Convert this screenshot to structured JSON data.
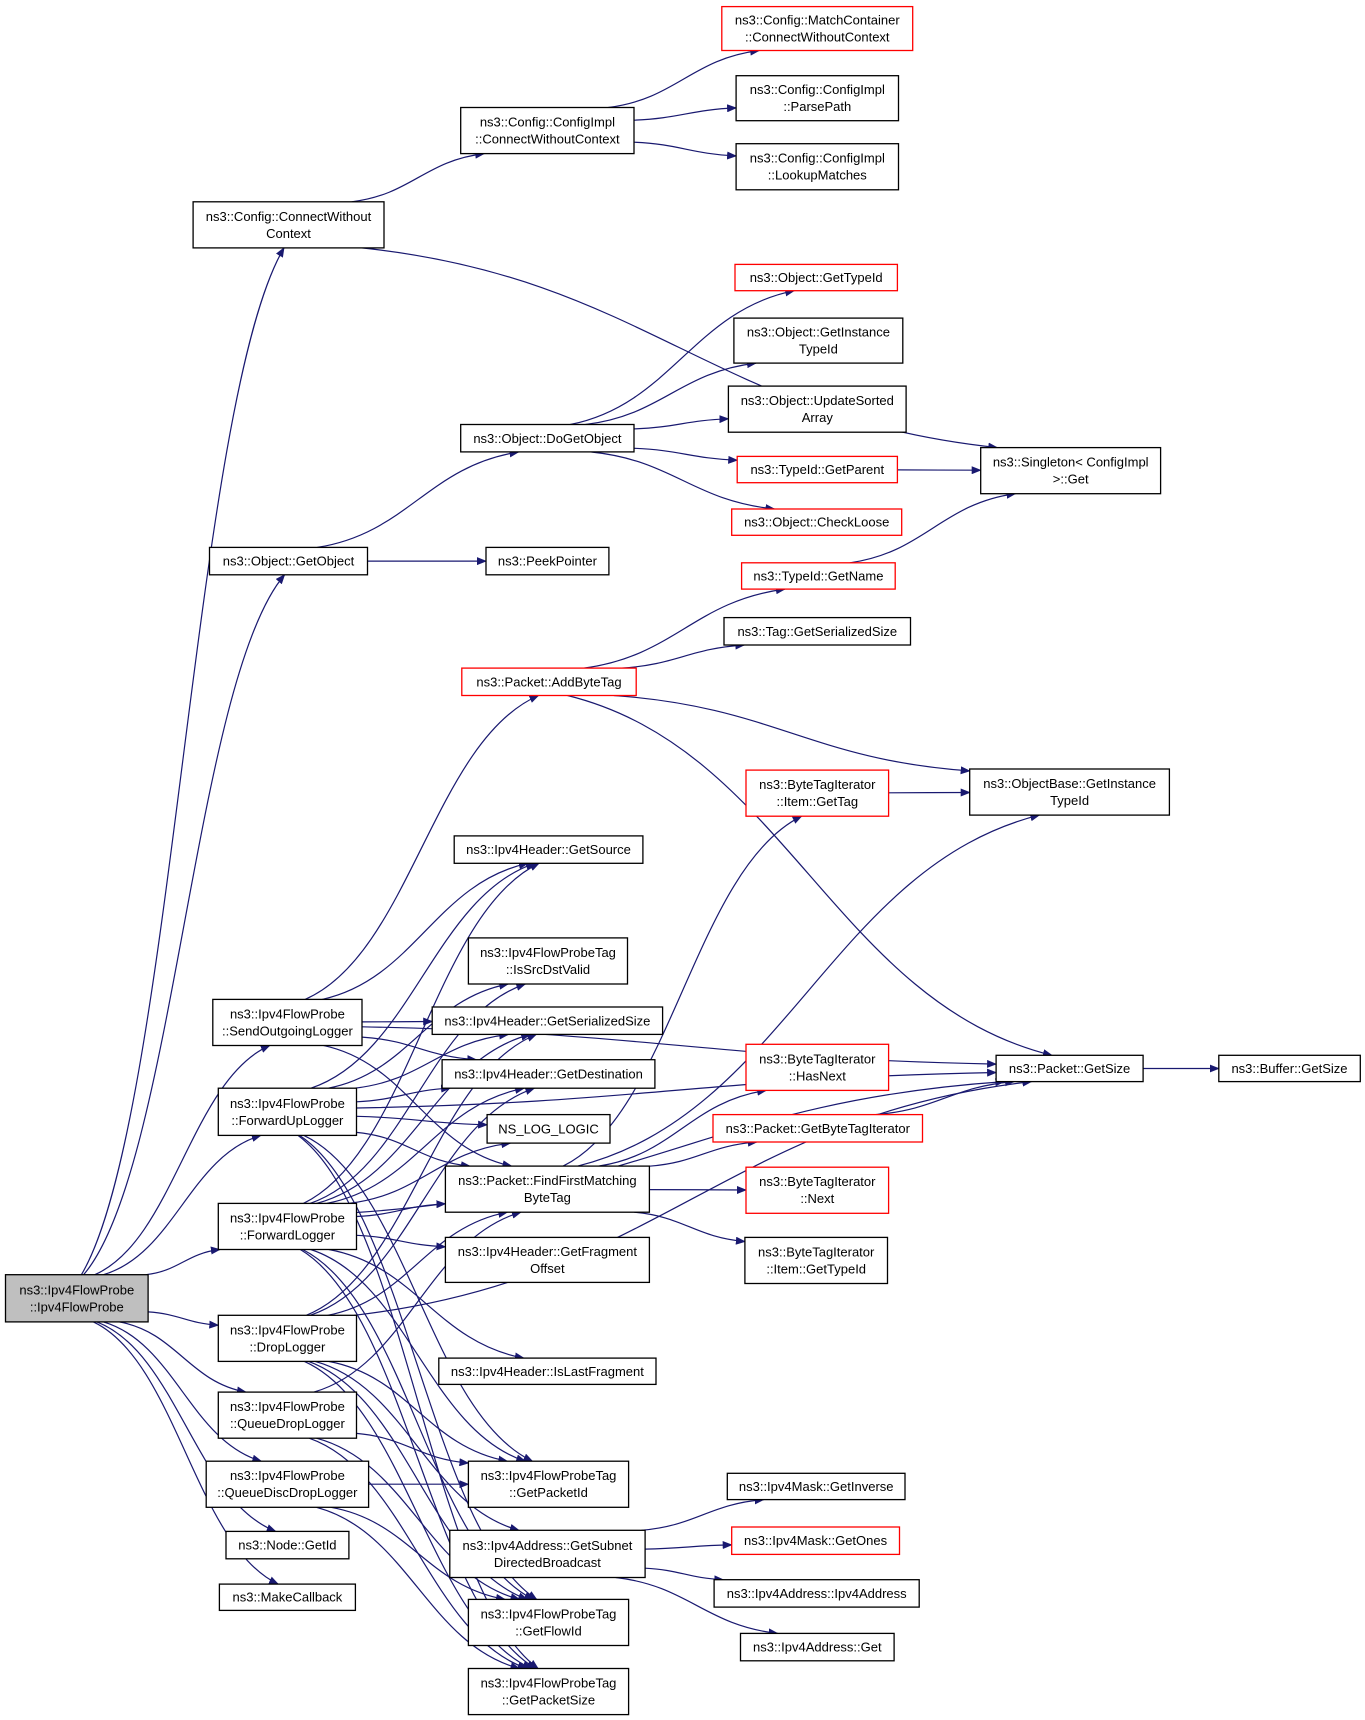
{
  "graph": {
    "title": "",
    "edge_color": "#191970",
    "truncated_border_color": "#ff0000",
    "root_fill": "#bfbfbf",
    "nodes": [
      {
        "id": "root",
        "lines": [
          "ns3::Ipv4FlowProbe",
          "::Ipv4FlowProbe"
        ],
        "style": "root"
      },
      {
        "id": "cwoc",
        "lines": [
          "ns3::Config::ConnectWithout",
          "Context"
        ]
      },
      {
        "id": "cicwc",
        "lines": [
          "ns3::Config::ConfigImpl",
          "::ConnectWithoutContext"
        ]
      },
      {
        "id": "mccwc",
        "lines": [
          "ns3::Config::MatchContainer",
          "::ConnectWithoutContext"
        ],
        "style": "truncated"
      },
      {
        "id": "parse",
        "lines": [
          "ns3::Config::ConfigImpl",
          "::ParsePath"
        ]
      },
      {
        "id": "lookup",
        "lines": [
          "ns3::Config::ConfigImpl",
          "::LookupMatches"
        ]
      },
      {
        "id": "singleton",
        "lines": [
          "ns3::Singleton< ConfigImpl",
          ">::Get"
        ]
      },
      {
        "id": "ogettypeid",
        "lines": [
          "ns3::Object::GetTypeId"
        ],
        "style": "truncated"
      },
      {
        "id": "ogetinst",
        "lines": [
          "ns3::Object::GetInstance",
          "TypeId"
        ]
      },
      {
        "id": "oupdate",
        "lines": [
          "ns3::Object::UpdateSorted",
          "Array"
        ]
      },
      {
        "id": "dogetobj",
        "lines": [
          "ns3::Object::DoGetObject"
        ]
      },
      {
        "id": "tgetparent",
        "lines": [
          "ns3::TypeId::GetParent"
        ],
        "style": "truncated"
      },
      {
        "id": "ocheck",
        "lines": [
          "ns3::Object::CheckLoose"
        ],
        "style": "truncated"
      },
      {
        "id": "getobject",
        "lines": [
          "ns3::Object::GetObject"
        ]
      },
      {
        "id": "peek",
        "lines": [
          "ns3::PeekPointer"
        ]
      },
      {
        "id": "tgetname",
        "lines": [
          "ns3::TypeId::GetName"
        ],
        "style": "truncated"
      },
      {
        "id": "taggetser",
        "lines": [
          "ns3::Tag::GetSerializedSize"
        ]
      },
      {
        "id": "addbytetag",
        "lines": [
          "ns3::Packet::AddByteTag"
        ],
        "style": "truncated"
      },
      {
        "id": "btigettag",
        "lines": [
          "ns3::ByteTagIterator",
          "::Item::GetTag"
        ],
        "style": "truncated"
      },
      {
        "id": "obgetinst",
        "lines": [
          "ns3::ObjectBase::GetInstance",
          "TypeId"
        ]
      },
      {
        "id": "hgetsource",
        "lines": [
          "ns3::Ipv4Header::GetSource"
        ]
      },
      {
        "id": "isvalid",
        "lines": [
          "ns3::Ipv4FlowProbeTag",
          "::IsSrcDstValid"
        ]
      },
      {
        "id": "sendout",
        "lines": [
          "ns3::Ipv4FlowProbe",
          "::SendOutgoingLogger"
        ]
      },
      {
        "id": "hgetser",
        "lines": [
          "ns3::Ipv4Header::GetSerializedSize"
        ]
      },
      {
        "id": "btihasnext",
        "lines": [
          "ns3::ByteTagIterator",
          "::HasNext"
        ],
        "style": "truncated"
      },
      {
        "id": "pgetsize",
        "lines": [
          "ns3::Packet::GetSize"
        ]
      },
      {
        "id": "bgetsize",
        "lines": [
          "ns3::Buffer::GetSize"
        ]
      },
      {
        "id": "fwdup",
        "lines": [
          "ns3::Ipv4FlowProbe",
          "::ForwardUpLogger"
        ]
      },
      {
        "id": "hgetdest",
        "lines": [
          "ns3::Ipv4Header::GetDestination"
        ]
      },
      {
        "id": "pgetbti",
        "lines": [
          "ns3::Packet::GetByteTagIterator"
        ],
        "style": "truncated"
      },
      {
        "id": "nslog",
        "lines": [
          "NS_LOG_LOGIC"
        ]
      },
      {
        "id": "findfirst",
        "lines": [
          "ns3::Packet::FindFirstMatching",
          "ByteTag"
        ]
      },
      {
        "id": "btinext",
        "lines": [
          "ns3::ByteTagIterator",
          "::Next"
        ],
        "style": "truncated"
      },
      {
        "id": "fwd",
        "lines": [
          "ns3::Ipv4FlowProbe",
          "::ForwardLogger"
        ]
      },
      {
        "id": "hgetfrag",
        "lines": [
          "ns3::Ipv4Header::GetFragment",
          "Offset"
        ]
      },
      {
        "id": "btigettypeid",
        "lines": [
          "ns3::ByteTagIterator",
          "::Item::GetTypeId"
        ]
      },
      {
        "id": "drop",
        "lines": [
          "ns3::Ipv4FlowProbe",
          "::DropLogger"
        ]
      },
      {
        "id": "hislast",
        "lines": [
          "ns3::Ipv4Header::IsLastFragment"
        ]
      },
      {
        "id": "qdrop",
        "lines": [
          "ns3::Ipv4FlowProbe",
          "::QueueDropLogger"
        ]
      },
      {
        "id": "qddrop",
        "lines": [
          "ns3::Ipv4FlowProbe",
          "::QueueDiscDropLogger"
        ]
      },
      {
        "id": "tgetpacketid",
        "lines": [
          "ns3::Ipv4FlowProbeTag",
          "::GetPacketId"
        ]
      },
      {
        "id": "mgetinv",
        "lines": [
          "ns3::Ipv4Mask::GetInverse"
        ]
      },
      {
        "id": "mgetones",
        "lines": [
          "ns3::Ipv4Mask::GetOnes"
        ],
        "style": "truncated"
      },
      {
        "id": "agetsubnet",
        "lines": [
          "ns3::Ipv4Address::GetSubnet",
          "DirectedBroadcast"
        ]
      },
      {
        "id": "nodegetid",
        "lines": [
          "ns3::Node::GetId"
        ]
      },
      {
        "id": "aaddr",
        "lines": [
          "ns3::Ipv4Address::Ipv4Address"
        ]
      },
      {
        "id": "makecb",
        "lines": [
          "ns3::MakeCallback"
        ]
      },
      {
        "id": "aget",
        "lines": [
          "ns3::Ipv4Address::Get"
        ]
      },
      {
        "id": "tgetflowid",
        "lines": [
          "ns3::Ipv4FlowProbeTag",
          "::GetFlowId"
        ]
      },
      {
        "id": "tgetpacketsize",
        "lines": [
          "ns3::Ipv4FlowProbeTag",
          "::GetPacketSize"
        ]
      }
    ],
    "edges": [
      [
        "root",
        "cwoc"
      ],
      [
        "root",
        "getobject"
      ],
      [
        "root",
        "sendout"
      ],
      [
        "root",
        "fwdup"
      ],
      [
        "root",
        "fwd"
      ],
      [
        "root",
        "drop"
      ],
      [
        "root",
        "qdrop"
      ],
      [
        "root",
        "qddrop"
      ],
      [
        "root",
        "nodegetid"
      ],
      [
        "root",
        "makecb"
      ],
      [
        "cwoc",
        "cicwc"
      ],
      [
        "cwoc",
        "singleton"
      ],
      [
        "cicwc",
        "mccwc"
      ],
      [
        "cicwc",
        "parse"
      ],
      [
        "cicwc",
        "lookup"
      ],
      [
        "getobject",
        "dogetobj"
      ],
      [
        "getobject",
        "peek"
      ],
      [
        "dogetobj",
        "ogettypeid"
      ],
      [
        "dogetobj",
        "ogetinst"
      ],
      [
        "dogetobj",
        "oupdate"
      ],
      [
        "dogetobj",
        "tgetparent"
      ],
      [
        "dogetobj",
        "ocheck"
      ],
      [
        "tgetparent",
        "singleton"
      ],
      [
        "tgetname",
        "singleton"
      ],
      [
        "addbytetag",
        "tgetname"
      ],
      [
        "addbytetag",
        "taggetser"
      ],
      [
        "addbytetag",
        "obgetinst"
      ],
      [
        "addbytetag",
        "pgetsize"
      ],
      [
        "btigettag",
        "obgetinst"
      ],
      [
        "pgetbti",
        "pgetsize"
      ],
      [
        "pgetsize",
        "bgetsize"
      ],
      [
        "findfirst",
        "btigettag"
      ],
      [
        "findfirst",
        "obgetinst"
      ],
      [
        "findfirst",
        "btihasnext"
      ],
      [
        "findfirst",
        "pgetbti"
      ],
      [
        "findfirst",
        "btinext"
      ],
      [
        "findfirst",
        "btigettypeid"
      ],
      [
        "sendout",
        "addbytetag"
      ],
      [
        "sendout",
        "pgetsize"
      ],
      [
        "sendout",
        "hgetsource"
      ],
      [
        "sendout",
        "hgetser"
      ],
      [
        "sendout",
        "hgetdest"
      ],
      [
        "sendout",
        "findfirst"
      ],
      [
        "fwdup",
        "hgetsource"
      ],
      [
        "fwdup",
        "isvalid"
      ],
      [
        "fwdup",
        "hgetser"
      ],
      [
        "fwdup",
        "hgetdest"
      ],
      [
        "fwdup",
        "nslog"
      ],
      [
        "fwdup",
        "findfirst"
      ],
      [
        "fwdup",
        "pgetsize"
      ],
      [
        "fwdup",
        "tgetpacketid"
      ],
      [
        "fwdup",
        "tgetflowid"
      ],
      [
        "fwdup",
        "tgetpacketsize"
      ],
      [
        "fwd",
        "hgetsource"
      ],
      [
        "fwd",
        "isvalid"
      ],
      [
        "fwd",
        "hgetser"
      ],
      [
        "fwd",
        "hgetdest"
      ],
      [
        "fwd",
        "nslog"
      ],
      [
        "fwd",
        "findfirst"
      ],
      [
        "fwd",
        "hgetfrag"
      ],
      [
        "fwd",
        "hislast"
      ],
      [
        "fwd",
        "pgetsize"
      ],
      [
        "fwd",
        "tgetpacketid"
      ],
      [
        "fwd",
        "tgetflowid"
      ],
      [
        "fwd",
        "tgetpacketsize"
      ],
      [
        "drop",
        "hgetser"
      ],
      [
        "drop",
        "hgetdest"
      ],
      [
        "drop",
        "findfirst"
      ],
      [
        "drop",
        "pgetsize"
      ],
      [
        "drop",
        "tgetpacketid"
      ],
      [
        "drop",
        "agetsubnet"
      ],
      [
        "drop",
        "tgetflowid"
      ],
      [
        "drop",
        "tgetpacketsize"
      ],
      [
        "qdrop",
        "findfirst"
      ],
      [
        "qdrop",
        "tgetpacketid"
      ],
      [
        "qdrop",
        "tgetflowid"
      ],
      [
        "qdrop",
        "tgetpacketsize"
      ],
      [
        "qddrop",
        "tgetpacketid"
      ],
      [
        "qddrop",
        "tgetflowid"
      ],
      [
        "qddrop",
        "tgetpacketsize"
      ],
      [
        "agetsubnet",
        "mgetinv"
      ],
      [
        "agetsubnet",
        "mgetones"
      ],
      [
        "agetsubnet",
        "aaddr"
      ],
      [
        "agetsubnet",
        "aget"
      ]
    ]
  }
}
